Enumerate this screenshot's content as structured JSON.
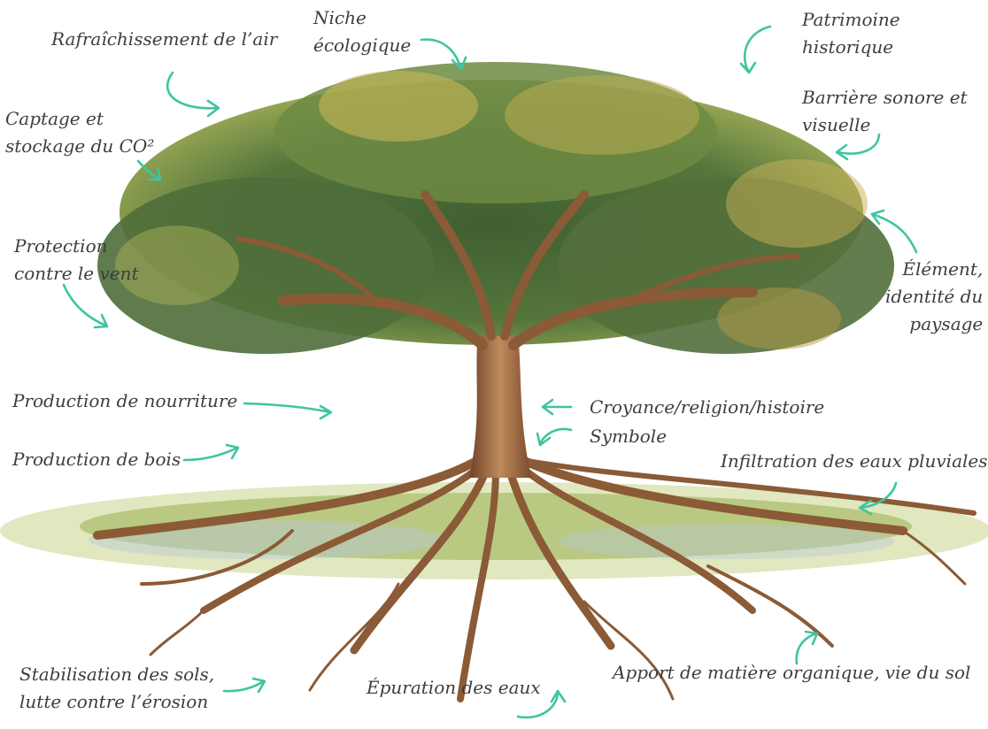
{
  "colors": {
    "arrow": "#3fc4a1",
    "text": "#3e3e3e",
    "trunk": "#9a6540",
    "foliage": "#4f6e3a",
    "grass": "#9bb04f"
  },
  "illustration": {
    "name": "watercolor-tree-with-roots"
  },
  "labels": {
    "rafraichissement": {
      "l1": "Rafraîchissement de l’air"
    },
    "niche": {
      "l1": "Niche",
      "l2": "écologique"
    },
    "patrimoine": {
      "l1": "Patrimoine",
      "l2": "historique"
    },
    "barriere": {
      "l1": "Barrière sonore et",
      "l2": "visuelle"
    },
    "captage": {
      "l1": "Captage et",
      "l2": "stockage du CO²"
    },
    "protection": {
      "l1": "Protection",
      "l2": "contre le vent"
    },
    "element": {
      "l1": "Élément,",
      "l2": "identité du",
      "l3": "paysage"
    },
    "nourriture": {
      "l1": "Production de nourriture"
    },
    "croyance": {
      "l1": "Croyance/religion/histoire"
    },
    "symbole": {
      "l1": "Symbole"
    },
    "bois": {
      "l1": "Production de bois"
    },
    "infiltration": {
      "l1": "Infiltration des eaux pluviales"
    },
    "stabilisation": {
      "l1": "Stabilisation des sols,",
      "l2": "lutte contre l’érosion"
    },
    "epuration": {
      "l1": "Épuration des eaux"
    },
    "apport": {
      "l1": "Apport de matière organique, vie du sol"
    }
  }
}
